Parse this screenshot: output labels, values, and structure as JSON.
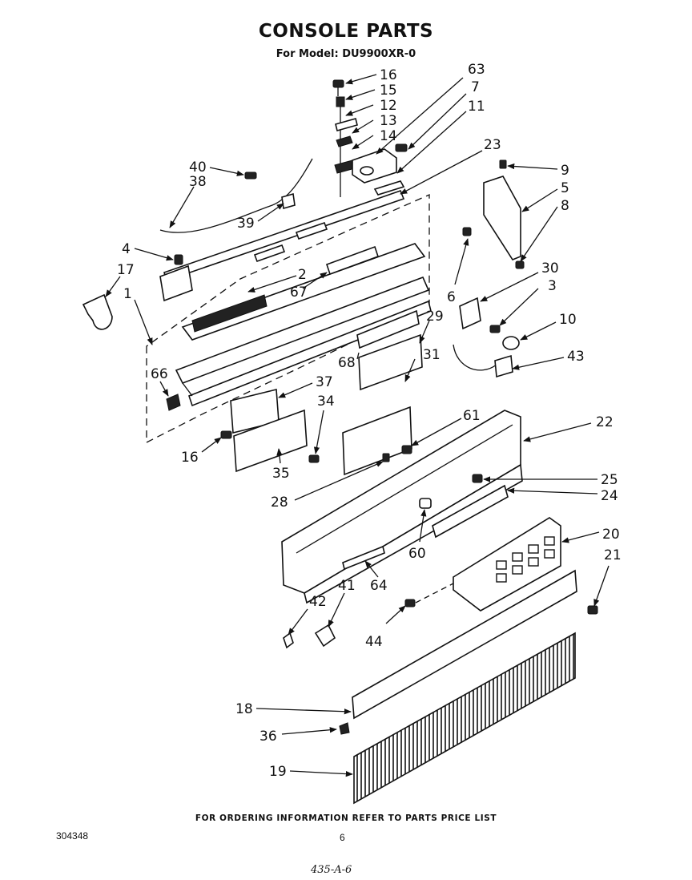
{
  "title": "CONSOLE PARTS",
  "subtitle": "For Model: DU9900XR-0",
  "footer_note": "FOR ORDERING INFORMATION REFER TO PARTS PRICE LIST",
  "document_number": "304348",
  "page_number": "6",
  "handwritten_note": "435-A-6",
  "part_labels": {
    "p16a": "16",
    "p15": "15",
    "p12": "12",
    "p13": "13",
    "p14": "14",
    "p63": "63",
    "p7": "7",
    "p11": "11",
    "p23": "23",
    "p40": "40",
    "p38": "38",
    "p39": "39",
    "p9": "9",
    "p5": "5",
    "p8": "8",
    "p4": "4",
    "p17": "17",
    "p1": "1",
    "p2": "2",
    "p67": "67",
    "p6": "6",
    "p30": "30",
    "p3": "3",
    "p10": "10",
    "p29": "29",
    "p43": "43",
    "p66": "66",
    "p68": "68",
    "p31": "31",
    "p37": "37",
    "p34": "34",
    "p61": "61",
    "p22": "22",
    "p16b": "16",
    "p35": "35",
    "p25": "25",
    "p24": "24",
    "p28": "28",
    "p60": "60",
    "p20": "20",
    "p21": "21",
    "p64": "64",
    "p41": "41",
    "p42": "42",
    "p44": "44",
    "p18": "18",
    "p36": "36",
    "p19": "19"
  }
}
